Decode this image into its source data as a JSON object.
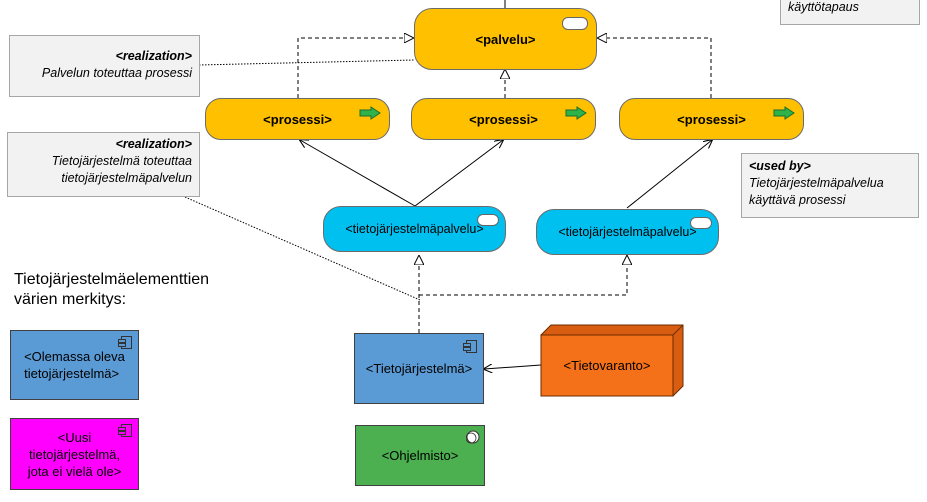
{
  "top_note": {
    "text": "käyttötapaus"
  },
  "notes": [
    {
      "id": "realization1",
      "title": "<realization>",
      "body": "Palvelun toteuttaa prosessi"
    },
    {
      "id": "realization2",
      "title": "<realization>",
      "body1": "Tietojärjestelmä toteuttaa",
      "body2": "tietojärjestelmäpalvelun"
    },
    {
      "id": "usedby",
      "title": "<used by>",
      "body1": "Tietojärjestelmäpalvelua",
      "body2": "käyttävä prosessi"
    }
  ],
  "service": {
    "label": "<palvelu>"
  },
  "processes": [
    {
      "label": "<prosessi>"
    },
    {
      "label": "<prosessi>"
    },
    {
      "label": "<prosessi>"
    }
  ],
  "app_services": [
    {
      "label": "<tietojärjestelmäpalvelu>"
    },
    {
      "label": "<tietojärjestelmäpalvelu>"
    }
  ],
  "information_system": {
    "label": "<Tietojärjestelmä>"
  },
  "data_store": {
    "label": "<Tietovaranto>"
  },
  "software": {
    "label": "<Ohjelmisto>"
  },
  "legend": {
    "title1": "Tietojärjestelmäelementtien",
    "title2": "värien merkitys:",
    "existing": {
      "line1": "<Olemassa oleva",
      "line2": "tietojärjestelmä>"
    },
    "new": {
      "line1": "<Uusi",
      "line2": "tietojärjestelmä,",
      "line3": "jota ei vielä ole>"
    }
  },
  "colors": {
    "service_orange": "#ffc000",
    "app_cyan": "#00c0f0",
    "system_blue": "#5b9bd5",
    "datastore_orange": "#f47119",
    "new_magenta": "#ff00ff",
    "software_green": "#4caf50",
    "arrow_green": "#2db34a"
  },
  "icons": [
    "service-icon",
    "process-arrow-icon",
    "component-icon",
    "artifact-icon"
  ]
}
